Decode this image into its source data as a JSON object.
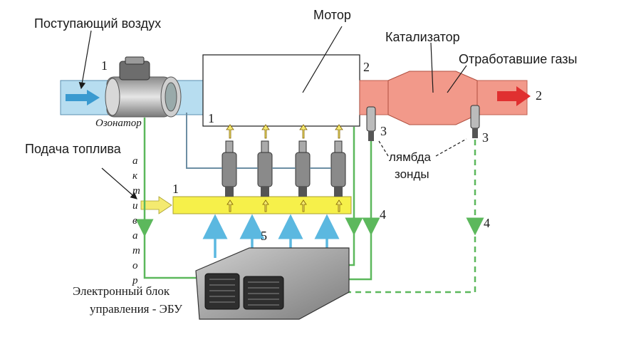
{
  "labels": {
    "intake_air": "Поступающий воздух",
    "motor": "Мотор",
    "catalyst": "Катализатор",
    "exhaust_gases": "Отработавшие газы",
    "fuel_supply": "Подача топлива",
    "ozonator": "Озонатор",
    "lambda_line1": "лямбда",
    "lambda_line2": "зонды",
    "ecu_line1": "Электронный блок",
    "ecu_line2": "управления - ЭБУ",
    "actuator_letters": [
      "а",
      "к",
      "т",
      "и",
      "в",
      "а",
      "т",
      "о",
      "р"
    ]
  },
  "numbers": {
    "air_inlet": "1",
    "motor_inside": "1",
    "exhaust_port": "2",
    "exhaust_outlet": "2",
    "lambda_front": "3",
    "lambda_rear": "3",
    "fuel_rail": "1",
    "signal_front": "4",
    "signal_rear": "4",
    "injector_signal": "5"
  },
  "colors": {
    "intake_pipe": "#b7ddf0",
    "exhaust_pipe": "#f2998a",
    "fuel_rail": "#f6f04a",
    "signal_green": "#5cb85c",
    "control_blue": "#5bb8e0",
    "exhaust_arrow": "#e03030",
    "intake_arrow": "#3a9ad0",
    "fuel_arrow": "#f4ea70"
  }
}
